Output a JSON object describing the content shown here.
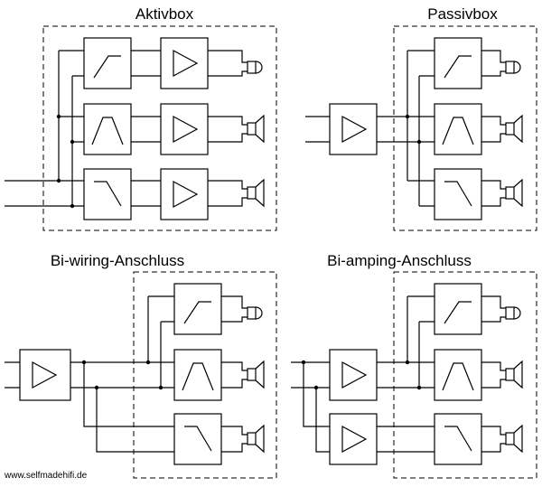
{
  "titles": {
    "aktivbox": "Aktivbox",
    "passivbox": "Passivbox",
    "biwiring": "Bi-wiring-Anschluss",
    "biamping": "Bi-amping-Anschluss"
  },
  "watermark": "www.selfmadehifi.de"
}
